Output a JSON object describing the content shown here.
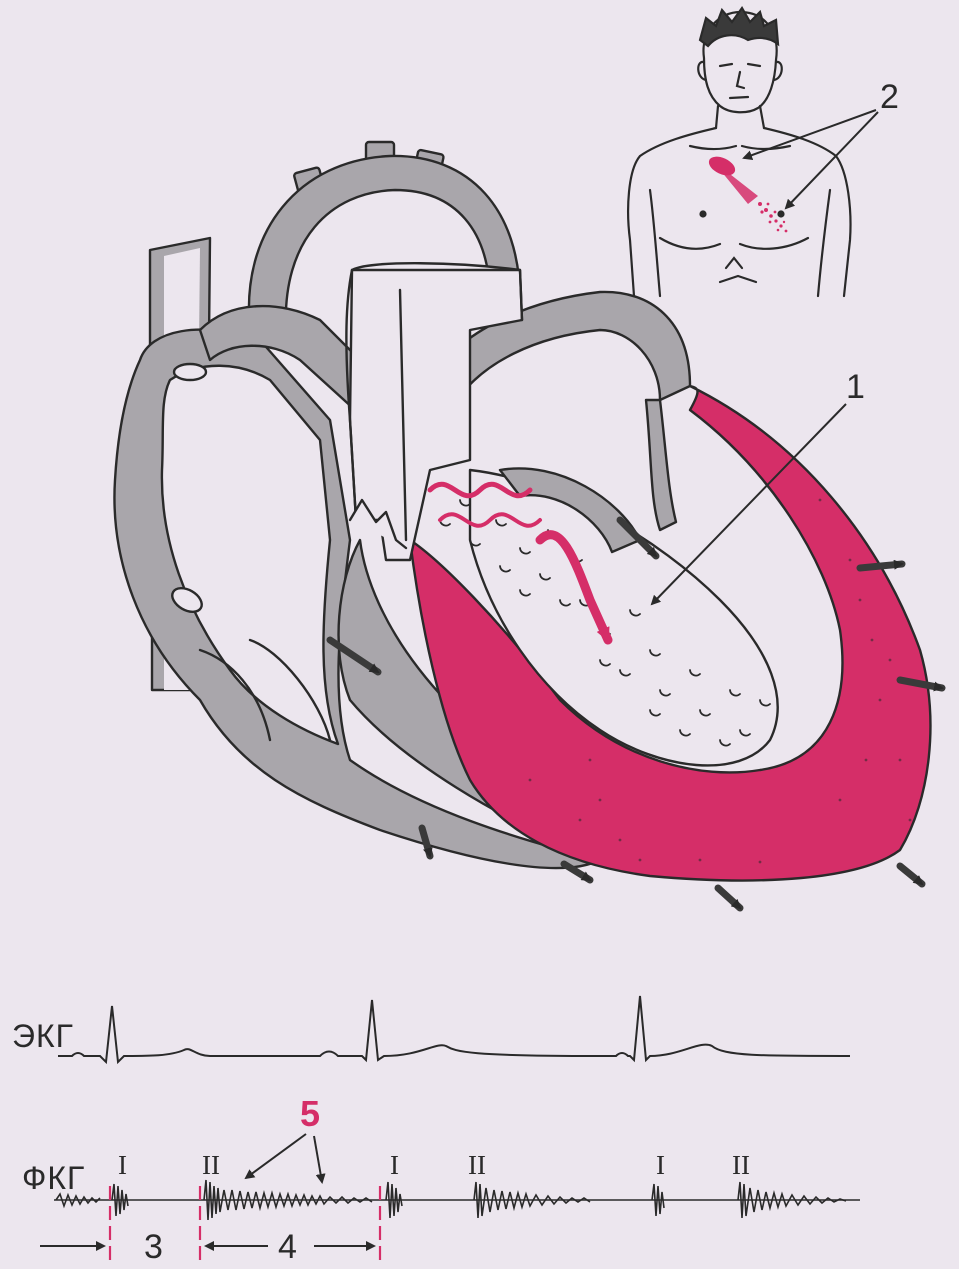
{
  "colors": {
    "background": "#ece6ee",
    "line": "#2a2a2a",
    "wall": "#a9a6ab",
    "hypertrophy": "#d52e68",
    "pulse_line": "#d52e68"
  },
  "callouts": {
    "n1": "1",
    "n2": "2",
    "n3": "3",
    "n4": "4",
    "n5": "5"
  },
  "traces": {
    "ecg_label": "ЭКГ",
    "pcg_label": "ФКГ",
    "pcg_markers": [
      "I",
      "II",
      "I",
      "II",
      "I",
      "II"
    ]
  }
}
